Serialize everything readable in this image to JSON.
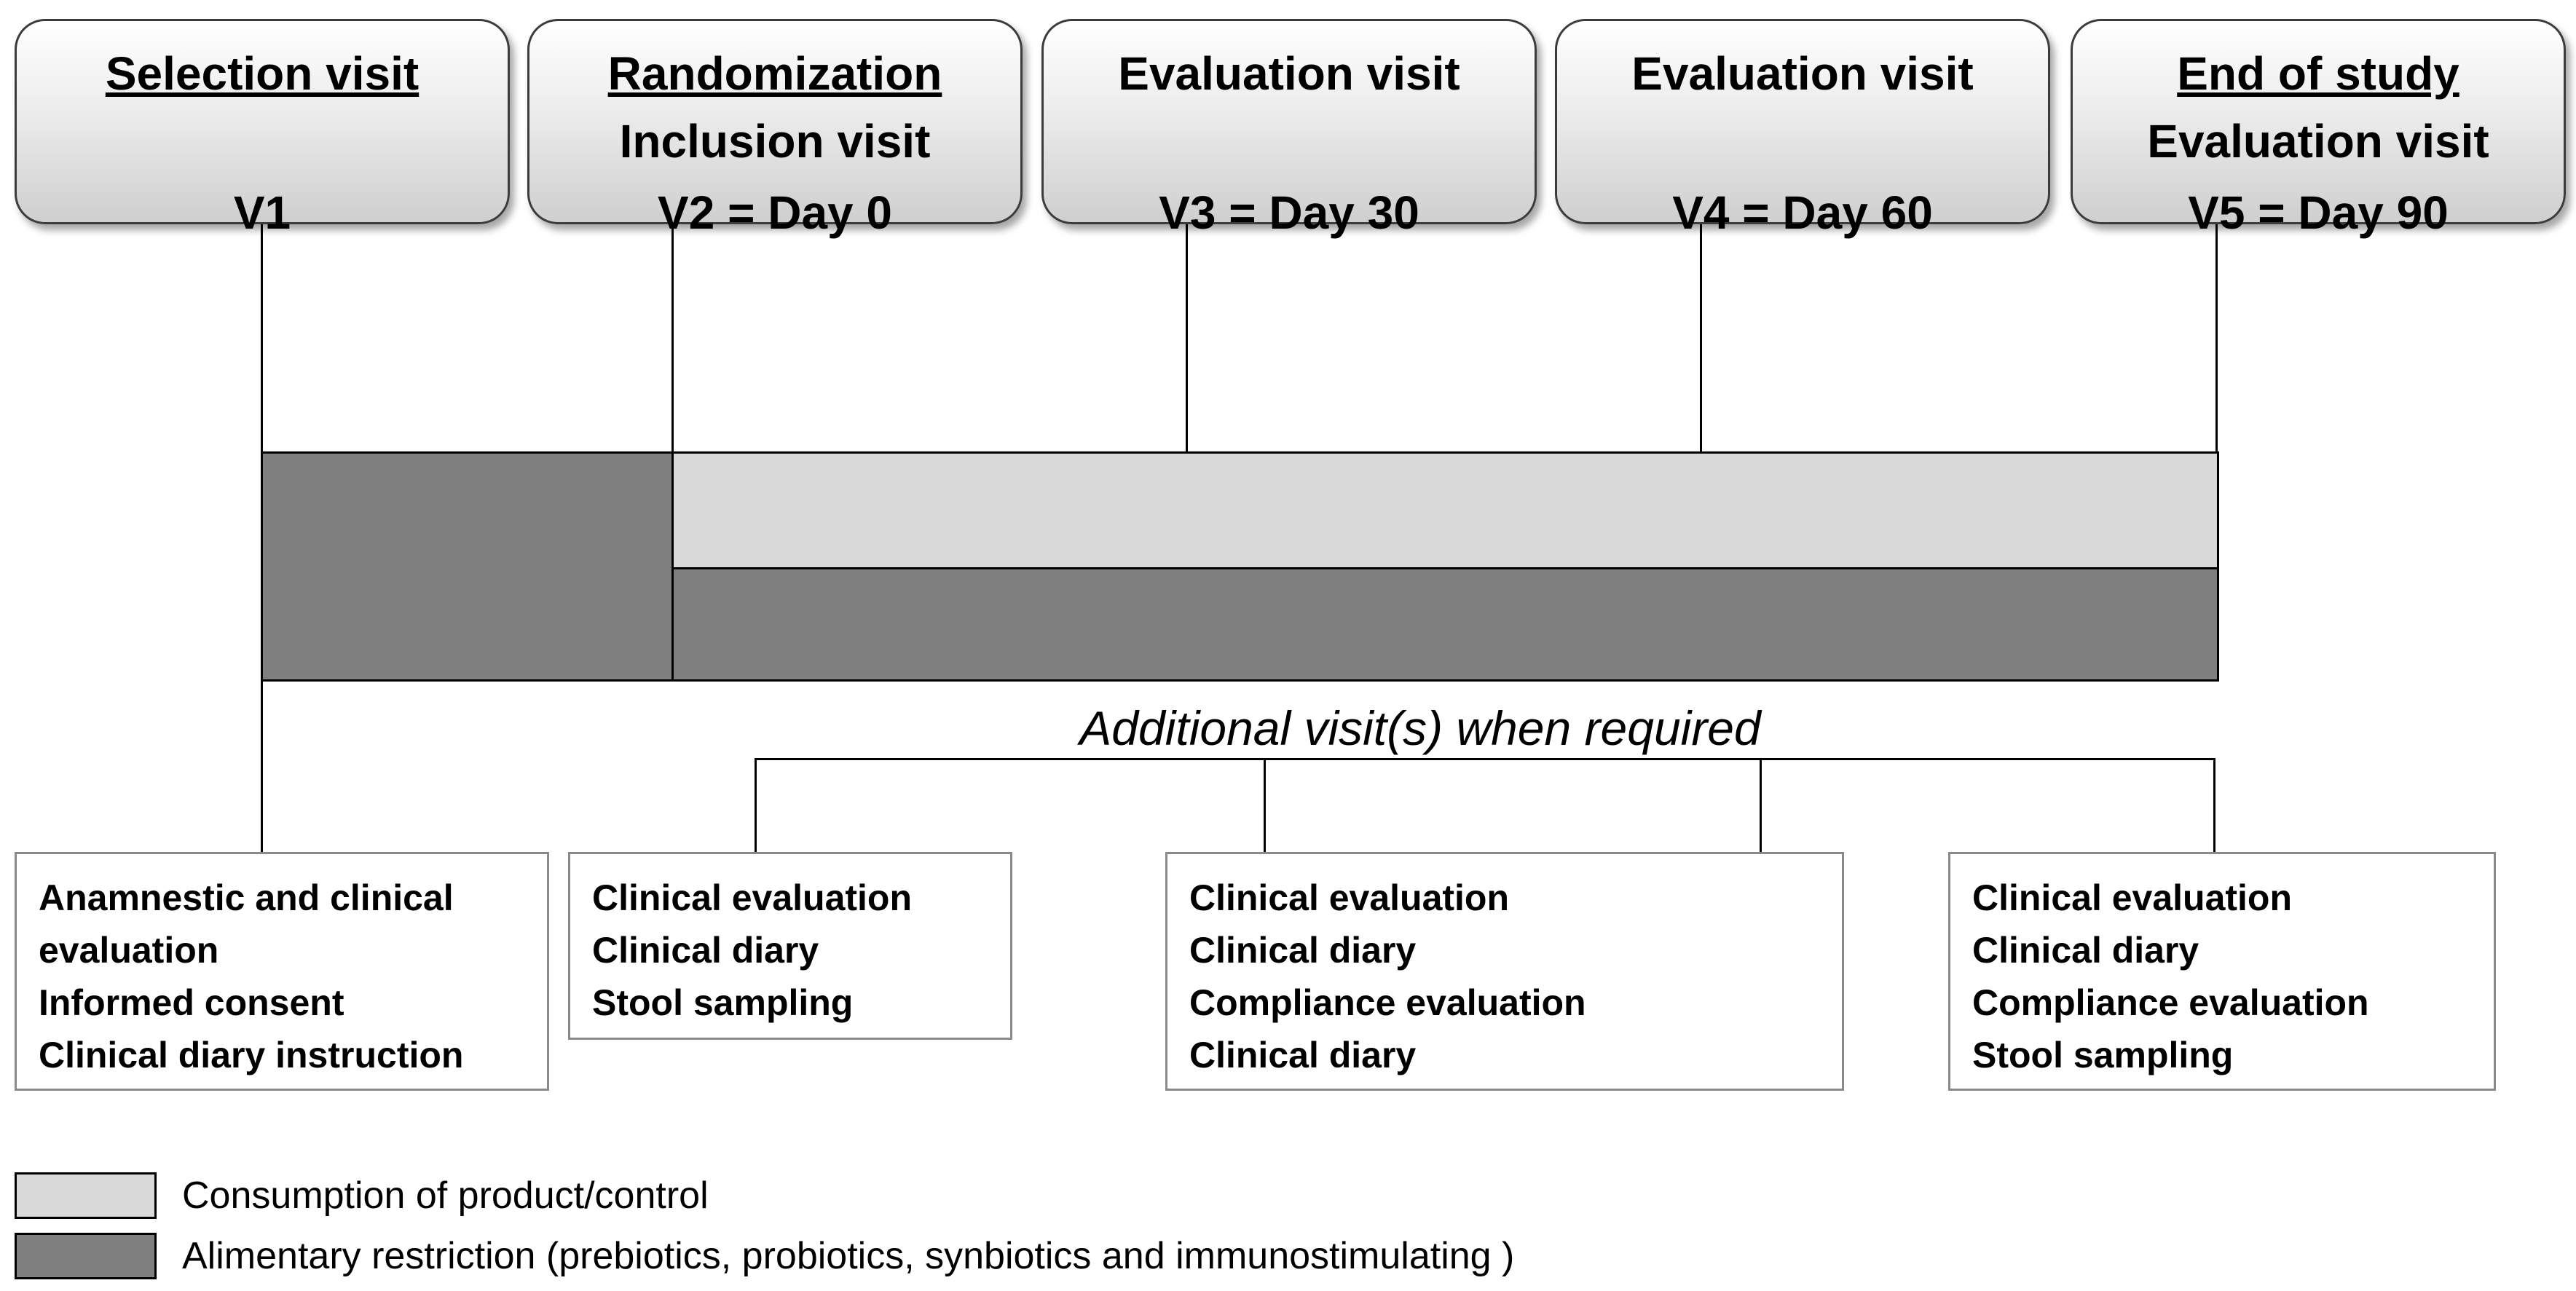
{
  "visits": [
    {
      "line1": "Selection visit",
      "line2": "",
      "line3": "V1"
    },
    {
      "line1": "Randomization",
      "line2": "Inclusion visit",
      "line3": "V2 = Day 0"
    },
    {
      "line1": "Evaluation visit",
      "line2": "",
      "line3": "V3 = Day 30"
    },
    {
      "line1": "Evaluation visit",
      "line2": "",
      "line3": "V4 = Day 60"
    },
    {
      "line1": "End of study",
      "line2": "Evaluation visit",
      "line3": "V5 = Day 90"
    }
  ],
  "additional_label": "Additional visit(s) when required",
  "activity_boxes": [
    {
      "items": [
        "Anamnestic and clinical",
        "evaluation",
        "Informed consent",
        "Clinical diary instruction"
      ]
    },
    {
      "items": [
        "Clinical evaluation",
        "Clinical diary",
        "Stool sampling"
      ]
    },
    {
      "items": [
        "Clinical evaluation",
        "Clinical diary",
        "Compliance evaluation",
        "Clinical diary"
      ]
    },
    {
      "items": [
        "Clinical evaluation",
        "Clinical diary",
        "Compliance evaluation",
        "Stool sampling"
      ]
    }
  ],
  "legend": [
    {
      "label": "Consumption of product/control",
      "color": "#d9d9d9"
    },
    {
      "label": "Alimentary restriction (prebiotics, probiotics, synbiotics and immunostimulating )",
      "color": "#7f7f7f"
    }
  ]
}
